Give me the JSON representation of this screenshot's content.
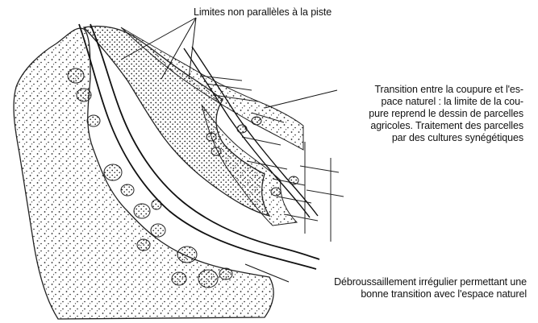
{
  "annotations": {
    "limits": {
      "text": "Limites non parallèles à la piste"
    },
    "transition": {
      "lines": [
        "Transition entre la coupure et l'es-",
        "pace naturel : la limite de la cou-",
        "pure reprend le dessin de parcelles",
        "agricoles. Traitement des parcelles",
        "par des cultures synégétiques"
      ]
    },
    "debroussaillement": {
      "lines": [
        "Débroussaillement  irrégulier permettant une",
        "bonne transition avec l'espace naturel"
      ]
    }
  },
  "colors": {
    "ink": "#111111",
    "paper": "#ffffff"
  }
}
